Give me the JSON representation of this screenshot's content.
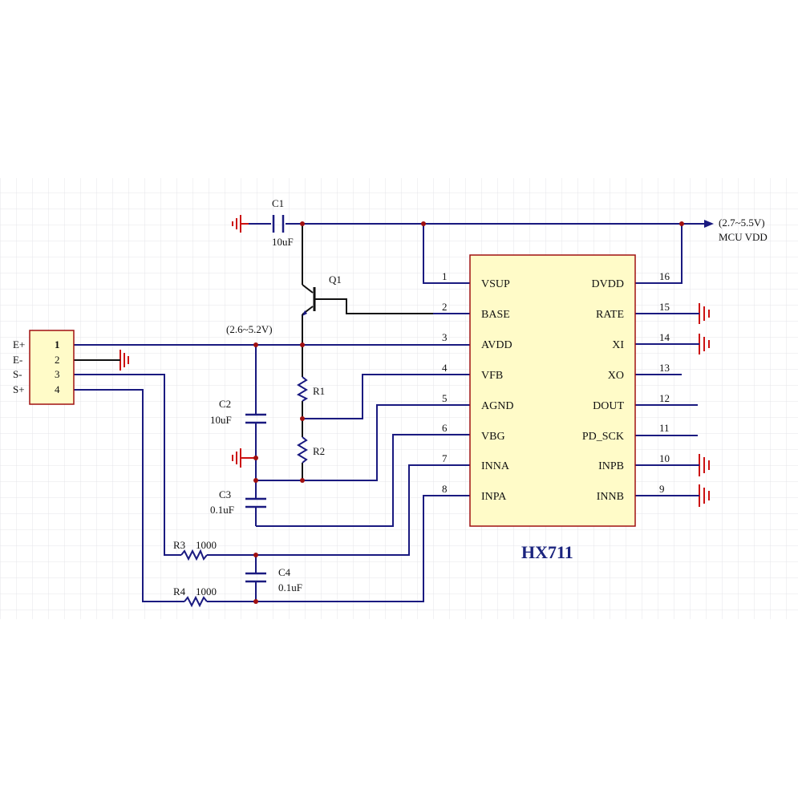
{
  "title": "HX711",
  "chip_pins_left": [
    {
      "num": "1",
      "name": "VSUP"
    },
    {
      "num": "2",
      "name": "BASE"
    },
    {
      "num": "3",
      "name": "AVDD"
    },
    {
      "num": "4",
      "name": "VFB"
    },
    {
      "num": "5",
      "name": "AGND"
    },
    {
      "num": "6",
      "name": "VBG"
    },
    {
      "num": "7",
      "name": "INNA"
    },
    {
      "num": "8",
      "name": "INPA"
    }
  ],
  "chip_pins_right": [
    {
      "num": "16",
      "name": "DVDD"
    },
    {
      "num": "15",
      "name": "RATE"
    },
    {
      "num": "14",
      "name": "XI"
    },
    {
      "num": "13",
      "name": "XO"
    },
    {
      "num": "12",
      "name": "DOUT"
    },
    {
      "num": "11",
      "name": "PD_SCK"
    },
    {
      "num": "10",
      "name": "INPB"
    },
    {
      "num": "9",
      "name": "INNB"
    }
  ],
  "connector": {
    "pins": [
      {
        "num": "1",
        "label": "E+"
      },
      {
        "num": "2",
        "label": "E-"
      },
      {
        "num": "3",
        "label": "S-"
      },
      {
        "num": "4",
        "label": "S+"
      }
    ]
  },
  "components": {
    "c1_name": "C1",
    "c1_value": "10uF",
    "c2_name": "C2",
    "c2_value": "10uF",
    "c3_name": "C3",
    "c3_value": "0.1uF",
    "c4_name": "C4",
    "c4_value": "0.1uF",
    "r1_name": "R1",
    "r2_name": "R2",
    "r3_name": "R3",
    "r3_value": "1000",
    "r4_name": "R4",
    "r4_value": "1000",
    "q1_name": "Q1"
  },
  "annotations": {
    "avdd_range": "(2.6~5.2V)",
    "mcu_range": "(2.7~5.5V)",
    "mcu_label": "MCU VDD"
  },
  "colors": {
    "wire": "#1a1a80",
    "ground": "#cc1111",
    "chip_fill": "#fffbc8",
    "chip_border": "#a01010",
    "junction": "#a01010"
  }
}
